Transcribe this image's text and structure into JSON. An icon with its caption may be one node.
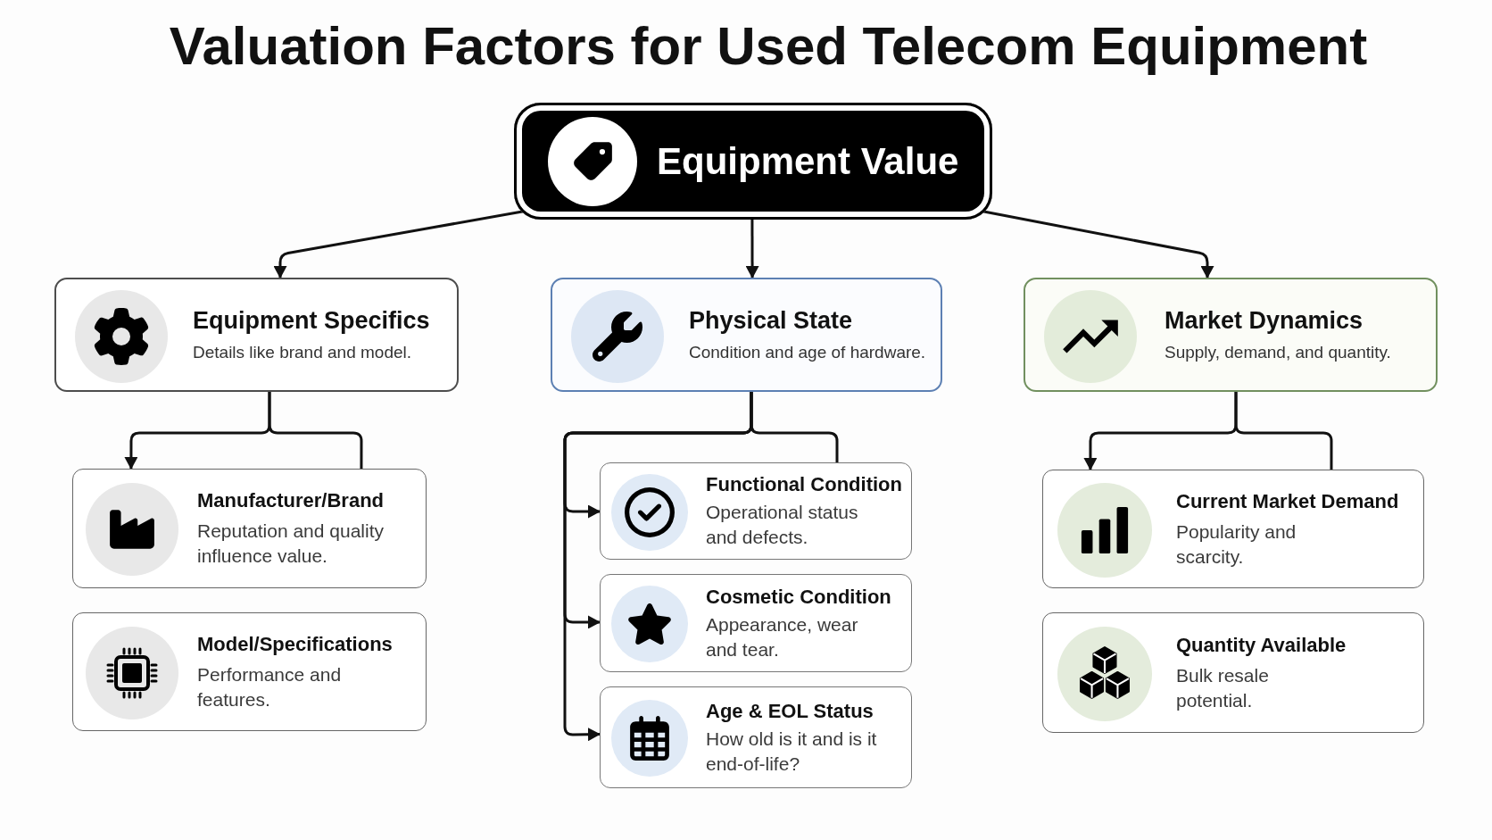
{
  "diagram": {
    "title": "Valuation Factors for Used Telecom Equipment",
    "nodes": [
      {
        "text": [
          "Equipment Value"
        ]
      },
      {
        "text": [
          "Equipment Specifics",
          "Details like brand and model."
        ]
      },
      {
        "text": [
          "Physical State",
          "Condition and age of hardware."
        ]
      },
      {
        "text": [
          "Market Dynamics",
          "Supply, demand, and quantity."
        ]
      },
      {
        "text": [
          "Manufacturer/Brand",
          "Reputation and quality influence value."
        ]
      },
      {
        "text": [
          "Model/Specifications",
          "Performance and features."
        ]
      },
      {
        "text": [
          "Functional Condition",
          "Operational status and defects."
        ]
      },
      {
        "text": [
          "Cosmetic Condition",
          "Appearance, wear and tear."
        ]
      },
      {
        "text": [
          "Age & EOL Status",
          "How old is it and is it end-of-life?"
        ]
      },
      {
        "text": [
          "Current Market Demand",
          "Popularity and scarcity."
        ]
      },
      {
        "text": [
          "Quantity Available",
          "Bulk resale potential."
        ]
      }
    ],
    "edges": [
      {
        "from": 0,
        "to": 1,
        "arrow": "to"
      },
      {
        "from": 0,
        "to": 2,
        "arrow": "to"
      },
      {
        "from": 0,
        "to": 3,
        "arrow": "to"
      },
      {
        "from": 1,
        "to": 4,
        "arrow": "to"
      },
      {
        "from": 1,
        "to": 4,
        "arrow": "none"
      },
      {
        "from": 2,
        "to": 6,
        "arrow": "to"
      },
      {
        "from": 2,
        "to": 7,
        "arrow": "to"
      },
      {
        "from": 2,
        "to": 8,
        "arrow": "to"
      },
      {
        "from": 2,
        "to": 6,
        "arrow": "none"
      },
      {
        "from": 3,
        "to": 9,
        "arrow": "to"
      },
      {
        "from": 3,
        "to": 9,
        "arrow": "none"
      }
    ]
  }
}
